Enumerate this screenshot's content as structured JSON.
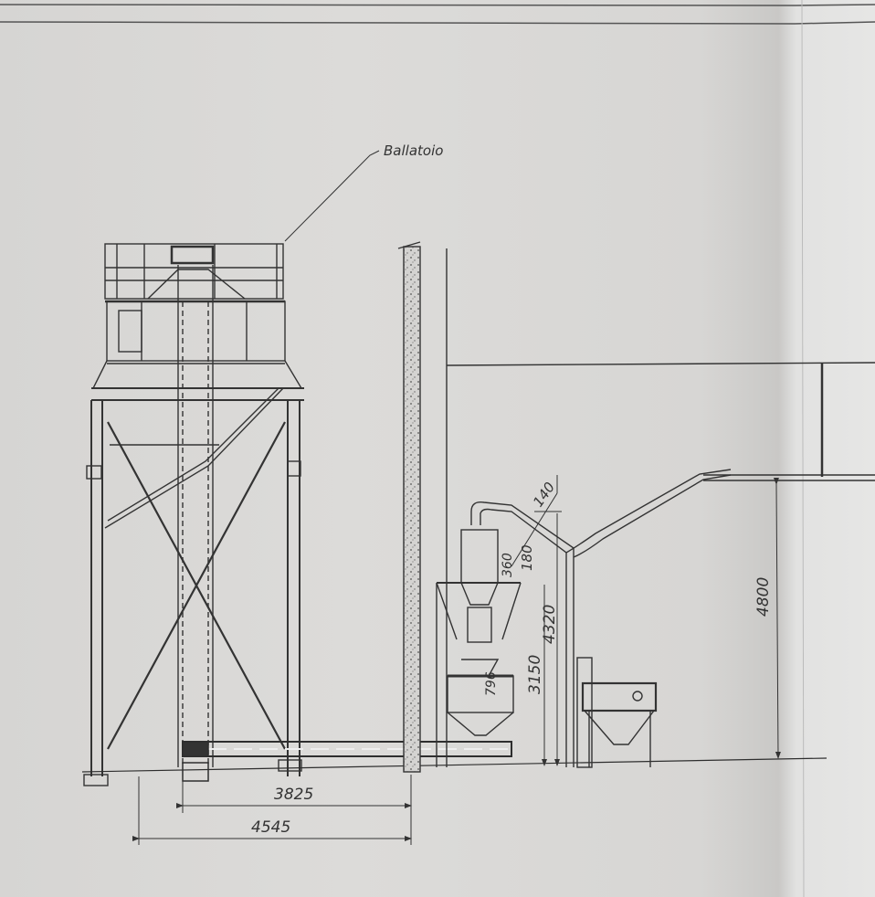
{
  "drawing": {
    "type": "technical elevation drawing (photographed)",
    "callouts": {
      "ballatoio": "Ballatoio"
    },
    "dimensions": {
      "d_3825": "3825",
      "d_4545": "4545",
      "d_140": "140",
      "d_360": "360",
      "d_180": "180",
      "d_3150": "3150",
      "d_4320": "4320",
      "d_4800": "4800",
      "d_796": "796"
    },
    "colors": {
      "paper": "#d9d8d6",
      "ink": "#2e2e2e",
      "wall_fill": "#cfcfcd"
    }
  }
}
